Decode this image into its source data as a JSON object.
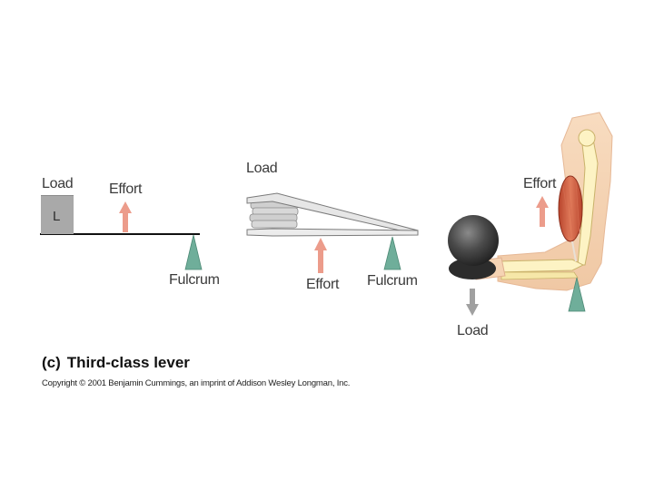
{
  "colors": {
    "effort_arrow": "#ec9c8b",
    "load_arrow": "#a0a0a0",
    "fulcrum": "#6fae9a",
    "load_block": "#a9a9a9",
    "muscle": "#c8553a",
    "skin": "#f5d3b3",
    "ball": "#3a3a3a"
  },
  "icons": [
    "effort-arrow-icon",
    "load-arrow-icon",
    "fulcrum-triangle-icon"
  ],
  "diagram1": {
    "load_label": "Load",
    "block_label": "L",
    "effort_label": "Effort",
    "fulcrum_label": "Fulcrum"
  },
  "diagram2": {
    "load_label": "Load",
    "effort_label": "Effort",
    "fulcrum_label": "Fulcrum"
  },
  "diagram3": {
    "effort_label": "Effort",
    "load_label": "Load"
  },
  "caption": {
    "part": "(c)",
    "title": "Third-class lever"
  },
  "copyright": "Copyright © 2001 Benjamin Cummings, an imprint of Addison Wesley Longman, Inc."
}
